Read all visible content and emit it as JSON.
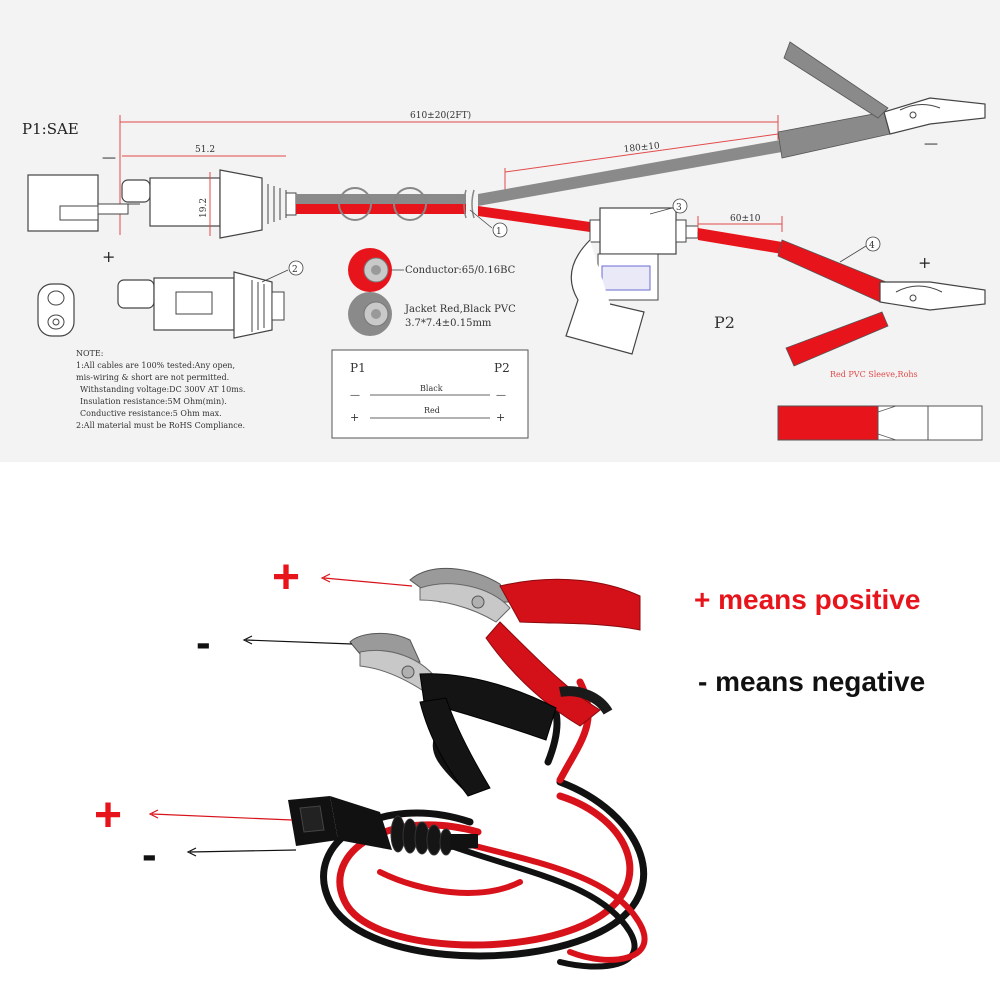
{
  "drawing": {
    "title": "P1:SAE",
    "dim_total": "610±20(2FT)",
    "dim_plug": "51.2",
    "dim_height": "19.2",
    "dim_split": "180±10",
    "dim_fuse": "60±10",
    "callouts": [
      "1",
      "2",
      "3",
      "4"
    ],
    "minus": "—",
    "plus": "+",
    "conductor": "Conductor:65/0.16BC",
    "jacket_line1": "Jacket Red,Black PVC",
    "jacket_line2": "3.7*7.4±0.15mm",
    "p2_label": "P2",
    "sleeve": "Red PVC Sleeve,Rohs",
    "notes": [
      "NOTE:",
      "1:All cables are 100% tested:Any open,",
      "mis-wiring & short are not permitted.",
      "Withstanding voltage:DC 300V AT 10ms.",
      "Insulation resistance:5M Ohm(min).",
      "Conductive resistance:5 Ohm max.",
      "2:All material must be RoHS Compliance."
    ],
    "wiring": {
      "p1": "P1",
      "p2": "P2",
      "black_label": "Black",
      "red_label": "Red",
      "minus": "—",
      "plus": "+"
    }
  },
  "photo": {
    "plus": "+",
    "minus": "-",
    "legend_positive": "+ means positive",
    "legend_negative": "- means negative"
  },
  "colors": {
    "red": "#e8141c",
    "black": "#1a1a1a",
    "dim_red": "#e24a4a",
    "gray": "#8a8a8a"
  }
}
